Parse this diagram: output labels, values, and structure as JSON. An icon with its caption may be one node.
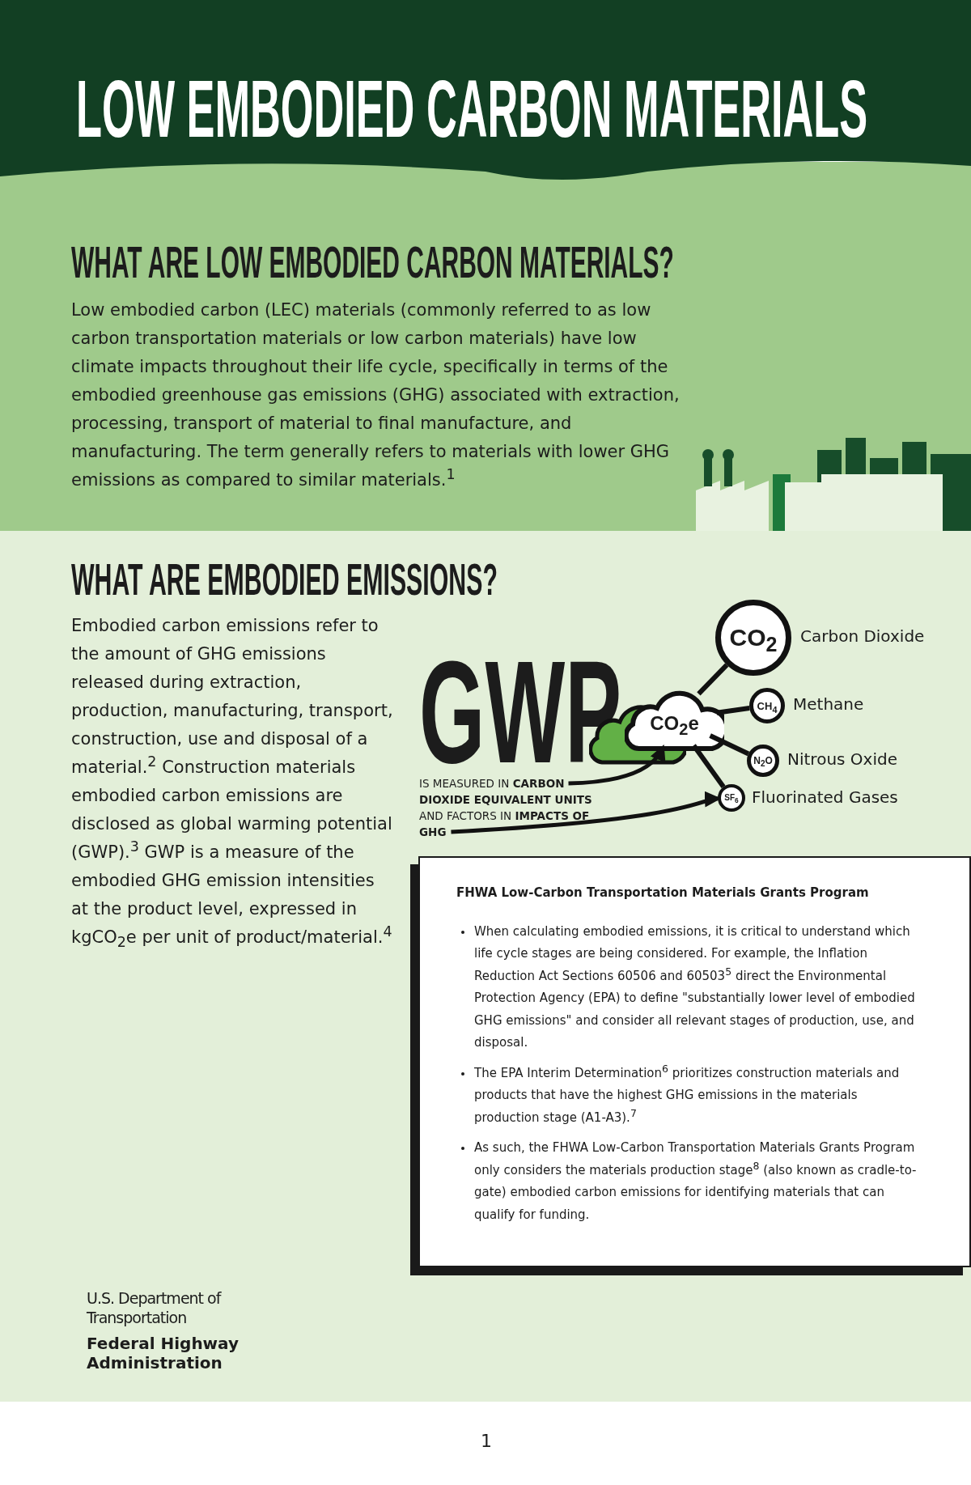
{
  "diagram": {
    "title": "LOW EMBODIED CARBON MATERIALS",
    "nodes": [
      {
        "text": [
          "CO$_{2}$e"
        ]
      },
      {
        "text": [
          "CO$_{2}$"
        ],
        "beside": [
          "Carbon Dioxide"
        ]
      },
      {
        "text": [
          "CH$_{4}$"
        ],
        "beside": [
          "Methane"
        ]
      },
      {
        "text": [
          "N$_{2}$O"
        ],
        "beside": [
          "Nitrous Oxide"
        ]
      },
      {
        "text": [
          "SF$_{6}$"
        ],
        "beside": [
          "Fluorinated Gases"
        ]
      },
      {
        "text": [
          "IS MEASURED IN **CARBON DIOXIDE EQUIVALENT UNITS** AND FACTORS IN **IMPACTS OF GHG**"
        ]
      },
      {
        "text": [
          "FHWA Low-Carbon Transportation Materials Grants Program",
          "When calculating embodied emissions, it is critical to understand which life cycle stages are being considered. For example, the Inflation Reduction Act Sections 60506 and 60503$^{5}$ direct the Environmental Protection Agency (EPA) to define \"substantially lower level of embodied GHG emissions\" and consider all relevant stages of production, use, and disposal.",
          "The EPA Interim Determination$^{6}$ prioritizes construction materials and products that have the highest GHG emissions in the materials production stage (A1-A3).$^{7}$",
          "As such, the FHWA Low-Carbon Transportation Materials Grants Program only considers the materials production stage$^{8}$ (also known as cradle-to-gate) embodied carbon emissions for identifying materials that can qualify for funding."
        ]
      }
    ],
    "edges": [
      {
        "from": 0,
        "to": 1,
        "arrow": "none"
      },
      {
        "from": 0,
        "to": 2,
        "arrow": "none"
      },
      {
        "from": 0,
        "to": 3,
        "arrow": "none"
      },
      {
        "from": 0,
        "to": 4,
        "arrow": "none"
      },
      {
        "from": 5,
        "to": 0,
        "arrow": "to"
      },
      {
        "from": 5,
        "to": 4,
        "arrow": "to"
      }
    ],
    "labels": [
      "WHAT ARE LOW EMBODIED CARBON MATERIALS?",
      "Low embodied carbon (LEC) materials (commonly referred to as low carbon transportation materials or low carbon materials) have low climate impacts throughout their life cycle, specifically in terms of the embodied greenhouse gas emissions (GHG) associated with extraction, processing, transport of material to final manufacture, and manufacturing. The term generally refers to materials with lower GHG emissions as compared to similar materials.$^{1}$",
      "WHAT ARE EMBODIED EMISSIONS?",
      "Embodied carbon emissions refer to the amount of GHG emissions released during extraction, production, manufacturing, transport, construction, use and disposal of a material.$^{2}$ Construction materials embodied carbon emissions are disclosed as global warming potential (GWP).$^{3}$ GWP is a measure of the embodied GHG emission intensities at the product level, expressed in kgCO$_{2}$e per unit of product/material.$^{4}$",
      "GWP",
      "U.S. Department of Transportation",
      "Federal Highway Administration",
      "1"
    ]
  }
}
